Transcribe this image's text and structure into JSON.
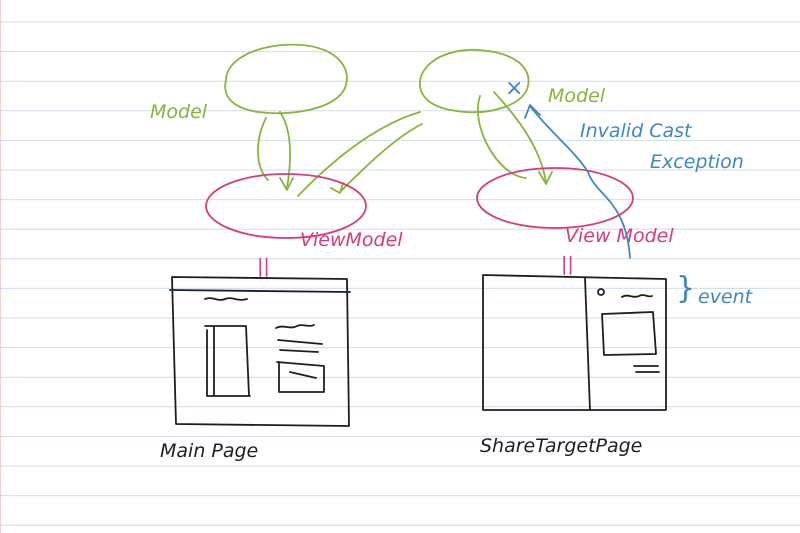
{
  "colors": {
    "paper": "#ffffff",
    "rule_line": "#cfdcec",
    "model_ink": "#8cb33a",
    "viewmodel_ink": "#d63c7c",
    "event_ink": "#3f87c2",
    "view_ink": "#1e1e1e"
  },
  "left": {
    "model_label": "Model",
    "viewmodel_label": "ViewModel",
    "page_label": "Main Page",
    "binding_mark": "||"
  },
  "right": {
    "model_label": "Model",
    "error_mark": "×",
    "viewmodel_label": "View Model",
    "page_label": "ShareTargetPage",
    "binding_mark": "||",
    "error_label_line1": "Invalid Cast",
    "error_label_line2": "Exception",
    "event_brace": "}",
    "event_label": "event"
  },
  "icons": {
    "error": "cross-mark-icon",
    "brace": "curly-brace-icon"
  }
}
